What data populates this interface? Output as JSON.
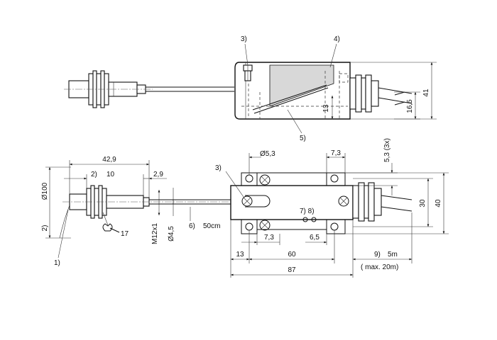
{
  "callouts": {
    "c1": "1)",
    "c2": "2)",
    "c3": "3)",
    "c4": "4)",
    "c5": "5)",
    "c6": "6)",
    "c78": "7) 8)",
    "c9": "9)"
  },
  "dims": {
    "top_height": "41",
    "top_sub": "16,5",
    "top_13": "13",
    "len_429": "42,9",
    "len_10": "10",
    "len_29": "2,9",
    "r100": "Ø100",
    "m12": "M12x1",
    "d45": "Ø4,5",
    "cable": "50cm",
    "d53": "Ø5,3",
    "w73": "7,3",
    "s53": "5,3  (3x)",
    "h30": "30",
    "h40": "40",
    "b13": "13",
    "b60": "60",
    "b73": "7,3",
    "b65": "6,5",
    "b87": "87",
    "cable5m": "5m",
    "max20": "( max. 20m)",
    "n17": "17"
  }
}
